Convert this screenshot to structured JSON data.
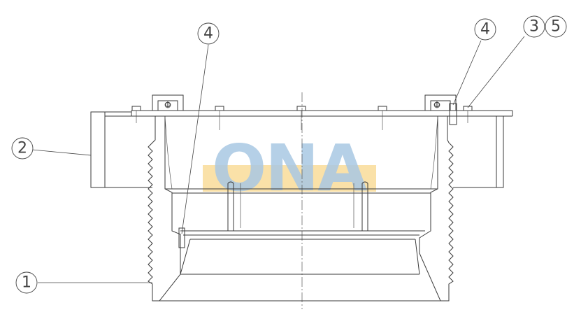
{
  "drawing": {
    "type": "technical-section-drawing",
    "callouts": [
      {
        "id": "callout-2",
        "label": "2"
      },
      {
        "id": "callout-1",
        "label": "1"
      },
      {
        "id": "callout-4-left",
        "label": "4"
      },
      {
        "id": "callout-4-right",
        "label": "4"
      },
      {
        "id": "callout-3",
        "label": "3"
      },
      {
        "id": "callout-5",
        "label": "5"
      }
    ],
    "bolt_symbol": "Φ"
  },
  "watermark": {
    "text": "ONA",
    "text_color": "#a9c8e3",
    "band_color": "#f9dc99"
  }
}
